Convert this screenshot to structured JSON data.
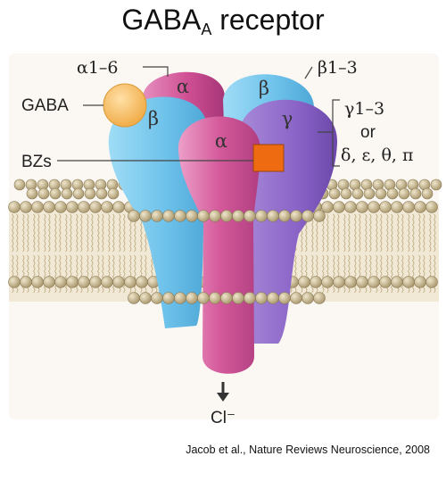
{
  "title": {
    "main": "GABA",
    "sub": "A",
    "rest": " receptor"
  },
  "labels": {
    "alpha_isoforms": "α1–6",
    "beta_isoforms": "β1–3",
    "gamma_isoforms": "γ1–3",
    "or": "or",
    "alternatives": "δ, ε, θ, π",
    "gaba": "GABA",
    "bzs": "BZs",
    "chloride": "Cl⁻"
  },
  "subunits": {
    "alpha_back": "α",
    "beta_back": "β",
    "beta_left": "β",
    "gamma_right": "γ",
    "alpha_front": "α"
  },
  "citation": "Jacob et al., Nature Reviews Neuroscience, 2008",
  "colors": {
    "alpha": "#d25a9a",
    "beta": "#74c7ec",
    "gamma": "#8e69c9",
    "gaba_ligand": "#f4b55a",
    "bz_site": "#ef6b12",
    "membrane": "#f2ead9",
    "lipid_head": "#c7b68e"
  }
}
